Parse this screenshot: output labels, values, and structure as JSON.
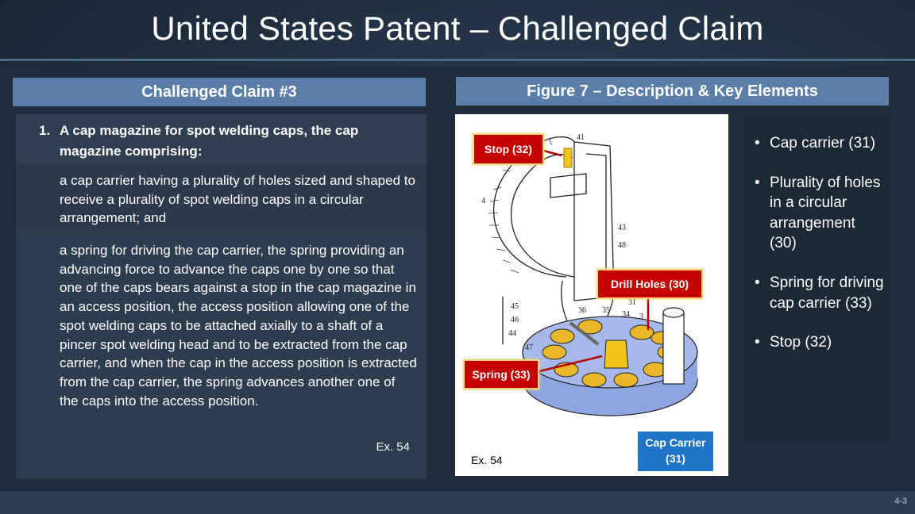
{
  "slide": {
    "title": "United States Patent – Challenged Claim",
    "page_number": "4-3"
  },
  "left": {
    "header": "Challenged Claim #3",
    "claim_number": "1.",
    "claim_lead": "A cap magazine for spot welding caps, the cap magazine comprising:",
    "para1": "a cap carrier having a plurality of holes sized and shaped to receive a plurality of spot welding caps in a circular arrangement; and",
    "para2": "a spring for driving the cap carrier, the spring providing an advancing force to advance the caps one by one so that one of the caps bears against a stop in the cap magazine in an access position, the access position allowing one of the spot welding caps to be attached axially to a shaft of a pincer spot welding head and to be extracted from the cap carrier, and when the cap in the access position is extracted from the cap carrier, the spring advances another one of the caps into the access position.",
    "exhibit": "Ex. 54"
  },
  "right": {
    "header": "Figure 7 – Description & Key Elements",
    "figure": {
      "exhibit": "Ex. 54",
      "callouts": {
        "stop": "Stop (32)",
        "drill_holes": "Drill Holes (30)",
        "spring": "Spring (33)",
        "cap_carrier_line1": "Cap Carrier",
        "cap_carrier_line2": "(31)"
      },
      "drawing_refs": [
        "41",
        "4",
        "43",
        "48",
        "31",
        "35",
        "34",
        "36",
        "3",
        "45",
        "46",
        "44",
        "47"
      ]
    },
    "bullets": [
      "Cap carrier (31)",
      "Plurality of holes in a circular arrangement (30)",
      "Spring for driving cap carrier (33)",
      "Stop (32)"
    ]
  },
  "colors": {
    "header_blue": "#5b7ea8",
    "callout_red": "#c40000",
    "callout_blue": "#1f74c8",
    "highlight_yellow": "#f0c419",
    "drawing_blue": "#8da5e0"
  }
}
